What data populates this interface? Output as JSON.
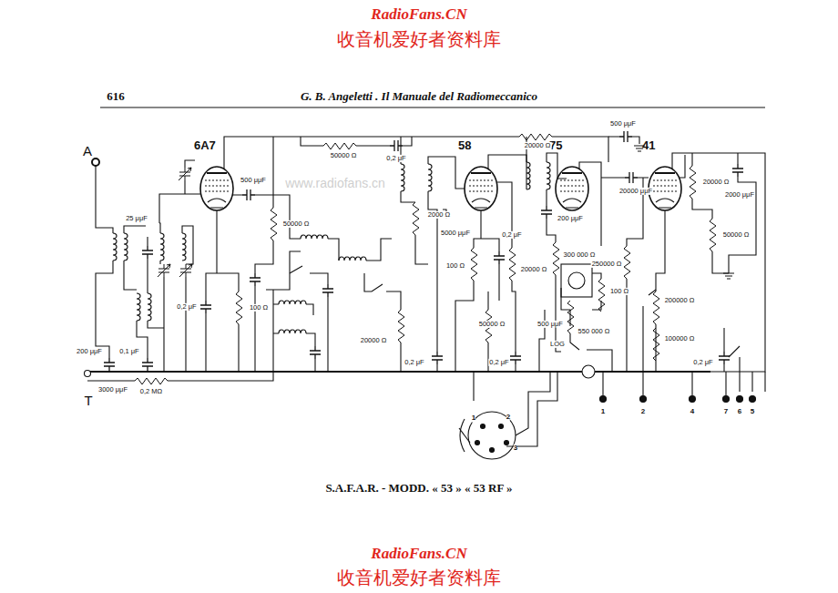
{
  "diagram": {
    "caption": "S.A.F.A.R. - MODD. « 53 » « 53 RF »",
    "nodes": [
      {
        "text": [
          "6A7"
        ]
      },
      {
        "text": [
          "58"
        ]
      },
      {
        "text": [
          "75"
        ]
      },
      {
        "text": [
          "41"
        ]
      }
    ],
    "labels": [
      "RadioFans.CN",
      "收音机爱好者资料库",
      "616",
      "G. B. Angeletti . Il Manuale del Radiomeccanico",
      "www.radiofans.cn",
      "A",
      "T",
      "50000 Ω",
      "0,2 μF",
      "20000 Ω",
      "500 μμF",
      "500 μμF",
      "50000 Ω",
      "25 μμF",
      "0,2 μF",
      "100 Ω",
      "2000 Ω",
      "5000 μμF",
      "100 Ω",
      "0,2 μF",
      "20000 Ω",
      "200 μμF",
      "300 000 Ω",
      "100 Ω",
      "50000 Ω",
      "500 μμF",
      "550 000 Ω",
      "LOG",
      "20000 Ω",
      "0,2 μF",
      "0,2 μF",
      "0,2 μF",
      "20000 μμF",
      "20000 Ω",
      "2000 μμF",
      "50000 Ω",
      "250000 Ω",
      "200000 Ω",
      "100000 Ω",
      "200 μμF",
      "0,1 μF",
      "3000 μμF",
      "0,2 MΩ",
      "1",
      "2",
      "4",
      "7",
      "6",
      "5",
      "1",
      "2",
      "3",
      "RadioFans.CN",
      "收音机爱好者资料库"
    ]
  }
}
